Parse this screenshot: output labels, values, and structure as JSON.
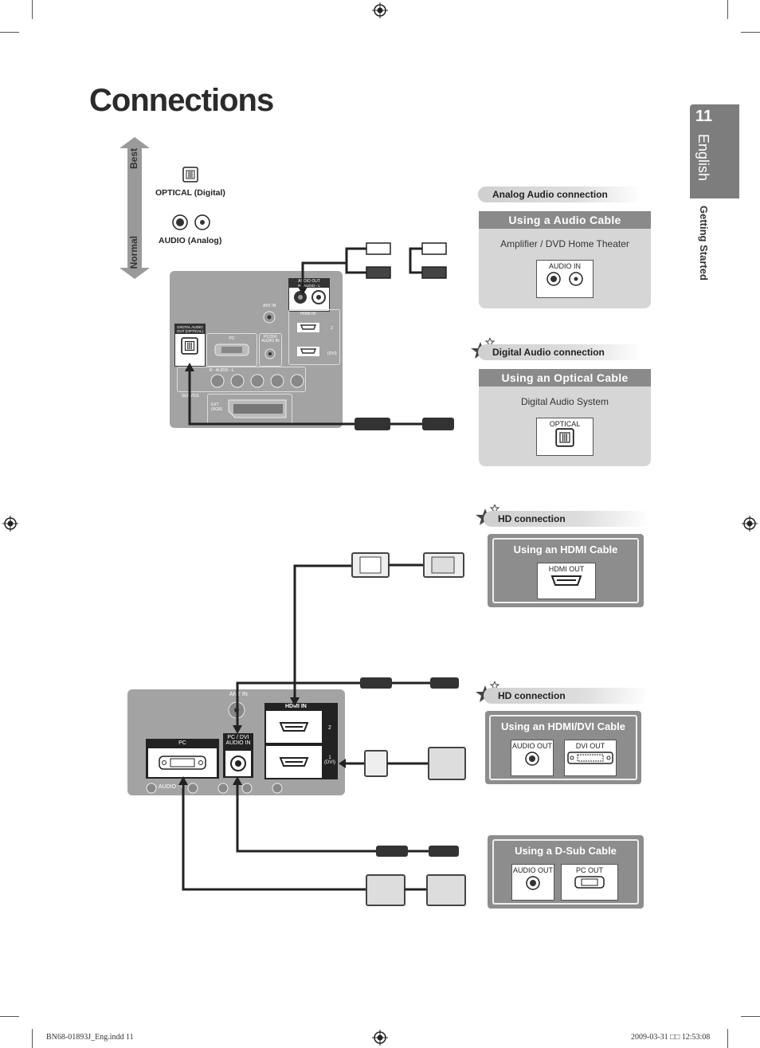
{
  "page": {
    "title": "Connections",
    "page_number": "11",
    "language": "English",
    "section": "Getting Started"
  },
  "quality_scale": {
    "best": "Best",
    "normal": "Normal",
    "optical": "OPTICAL (Digital)",
    "audio": "AUDIO (Analog)"
  },
  "tv_top": {
    "audio_out": "AUDIO OUT",
    "audio_lr": "R - AUDIO - L",
    "ant_in": "ANT IN",
    "hdmi_in": "HDMI IN",
    "digital_audio_out": "DIGITAL AUDIO OUT (OPTICAL)",
    "pc": "PC",
    "pc_dvi_audio_in": "PC/DVI AUDIO IN",
    "two": "2",
    "dvi": "(DVI)",
    "ext": "EXT (RGB)",
    "service": "SERVICE",
    "audio_row": "R - AUDIO - L"
  },
  "analog": {
    "header": "Analog Audio connection",
    "title": "Using a Audio Cable",
    "device": "Amplifier / DVD Home Theater",
    "port": "AUDIO IN"
  },
  "digital": {
    "header": "Digital Audio connection",
    "title": "Using an Optical Cable",
    "device": "Digital Audio System",
    "port": "OPTICAL"
  },
  "hdmi": {
    "header": "HD connection",
    "title": "Using an HDMI Cable",
    "port": "HDMI OUT"
  },
  "hdmi_dvi": {
    "header": "HD connection",
    "title": "Using an HDMI/DVI Cable",
    "port1": "AUDIO OUT",
    "port2": "DVI OUT"
  },
  "dsub": {
    "title": "Using a D-Sub Cable",
    "port1": "AUDIO OUT",
    "port2": "PC OUT"
  },
  "tv_bottom": {
    "ant_in": "ANT IN",
    "hdmi_in": "HDMI IN",
    "pc": "PC",
    "pc_dvi": "PC / DVI",
    "audio_in": "AUDIO IN",
    "two": "2",
    "one_dvi": "1 (DVI)",
    "audio": "R - AUDIO - L"
  },
  "footer": {
    "left": "BN68-01893J_Eng.indd   11",
    "right": "2009-03-31   □□ 12:53:08"
  }
}
